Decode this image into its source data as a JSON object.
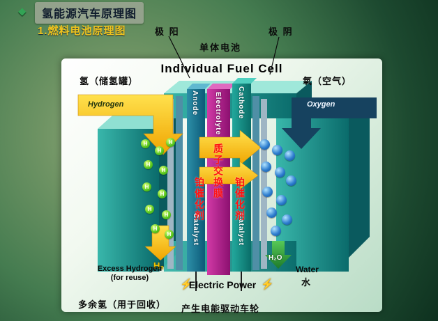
{
  "icons": {
    "diamond": "◆",
    "lightning": "⚡"
  },
  "slide": {
    "title": "氢能源汽车原理图",
    "subtitle": "1.燃料电池原理图",
    "labels": {
      "anode_cn": "极 阳",
      "cathode_cn": "极 阴",
      "single_cell": "单体电池"
    }
  },
  "diagram": {
    "title": "Individual Fuel Cell",
    "hydrogen_tank": "氢（储氢罐）",
    "oxygen_tank": "氧（空气）",
    "hydrogen_flow": "Hydrogen",
    "oxygen_flow": "Oxygen",
    "columns": {
      "anode": "Anode",
      "electrolyte": "Electrolyte",
      "cathode": "Cathode",
      "catalyst": "Catalyst"
    },
    "annotations": {
      "membrane": "质子交换膜",
      "catalyst_left": "铂催化剂",
      "catalyst_right": "铂催化剂"
    },
    "ion_label": "H",
    "outputs": {
      "h2": "H₂",
      "h2o": "H₂O",
      "excess_line1": "Excess Hydrogen",
      "excess_line2": "(for reuse)",
      "electric_power": "Electric Power",
      "water_en": "Water",
      "water_cn": "水",
      "excess_cn": "多余氢（用于回收）",
      "power_cn": "产生电能驱动车轮"
    }
  },
  "colors": {
    "background_green": "#2f5f3f",
    "highlight_yellow": "#f0c41e",
    "annotation_red": "#ff1212",
    "tank_teal": "#0e7f7f",
    "membrane_magenta": "#b52a9b",
    "arrow_yellow": "#ffcc00"
  }
}
